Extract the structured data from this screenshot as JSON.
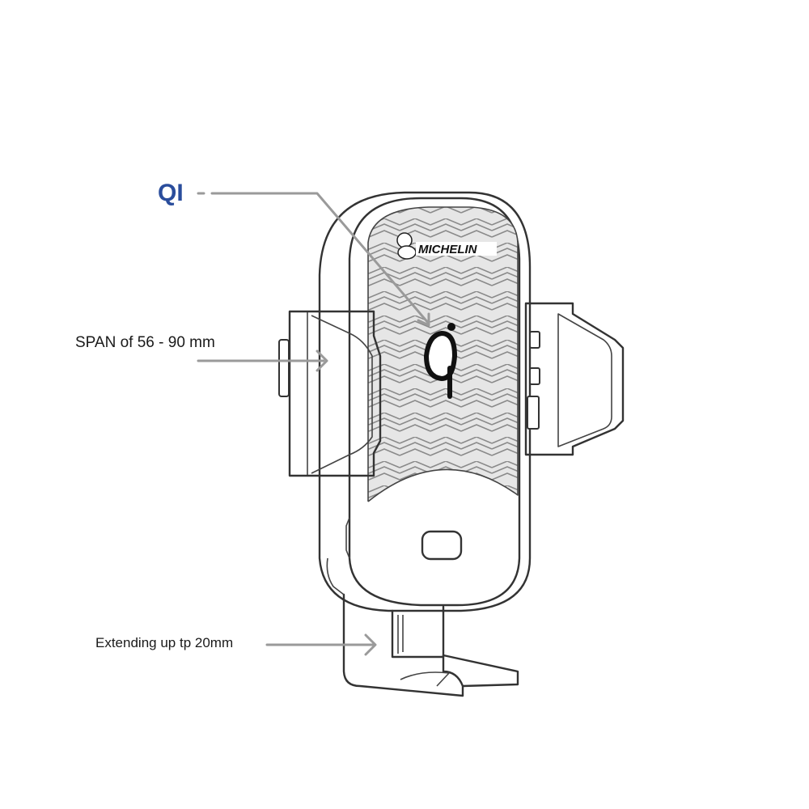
{
  "labels": {
    "qi": "QI",
    "span": "SPAN of 56 - 90 mm",
    "extending": "Extending up tp 20mm"
  },
  "brand": {
    "logo_text": "MICHELIN"
  },
  "colors": {
    "qi_label": "#2a4d9c",
    "line": "#333333",
    "arrow": "#9a9a9a",
    "pad_fill": "#e6e6e6"
  },
  "icons": [
    "qi-logo-icon",
    "michelin-man-icon",
    "button-icon"
  ]
}
